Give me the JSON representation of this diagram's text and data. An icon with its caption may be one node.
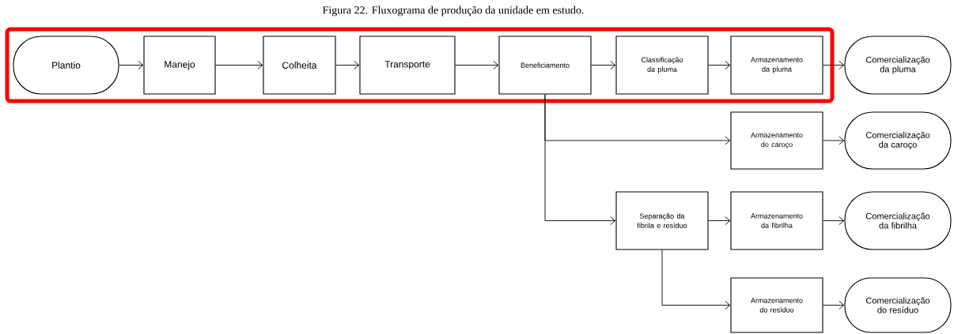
{
  "diagram": {
    "title": "Figura 22. Fluxograma de produção da unidade em estudo.",
    "nodes": [
      {
        "text": [
          "Plantio"
        ]
      },
      {
        "text": [
          "Manejo"
        ]
      },
      {
        "text": [
          "Colheita"
        ]
      },
      {
        "text": [
          "Transporte"
        ]
      },
      {
        "text": [
          "Beneficiamento"
        ]
      },
      {
        "text": [
          "Classificação da pluma"
        ]
      },
      {
        "text": [
          "Armazenamento da pluma"
        ]
      },
      {
        "text": [
          "Comercialização da pluma"
        ]
      },
      {
        "text": [
          "Armazenamento do caroço"
        ]
      },
      {
        "text": [
          "Comercialização da caroço"
        ]
      },
      {
        "text": [
          "Separação da fibrila e resíduo"
        ]
      },
      {
        "text": [
          "Armazenamento da fibrilha"
        ]
      },
      {
        "text": [
          "Comercialização da fibrilha"
        ]
      },
      {
        "text": [
          "Armazenamento do resíduo"
        ]
      },
      {
        "text": [
          "Comercialização do resíduo"
        ]
      }
    ],
    "edges": [
      {
        "from": 0,
        "to": 1,
        "arrow": "to"
      },
      {
        "from": 1,
        "to": 2,
        "arrow": "to"
      },
      {
        "from": 2,
        "to": 3,
        "arrow": "to"
      },
      {
        "from": 3,
        "to": 4,
        "arrow": "to"
      },
      {
        "from": 4,
        "to": 5,
        "arrow": "to"
      },
      {
        "from": 5,
        "to": 6,
        "arrow": "to"
      },
      {
        "from": 6,
        "to": 7,
        "arrow": "to"
      },
      {
        "from": 4,
        "to": 8,
        "arrow": "to"
      },
      {
        "from": 8,
        "to": 9,
        "arrow": "to"
      },
      {
        "from": 4,
        "to": 10,
        "arrow": "to"
      },
      {
        "from": 10,
        "to": 11,
        "arrow": "to"
      },
      {
        "from": 11,
        "to": 12,
        "arrow": "to"
      },
      {
        "from": 10,
        "to": 13,
        "arrow": "to"
      },
      {
        "from": 13,
        "to": 14,
        "arrow": "to"
      }
    ]
  }
}
